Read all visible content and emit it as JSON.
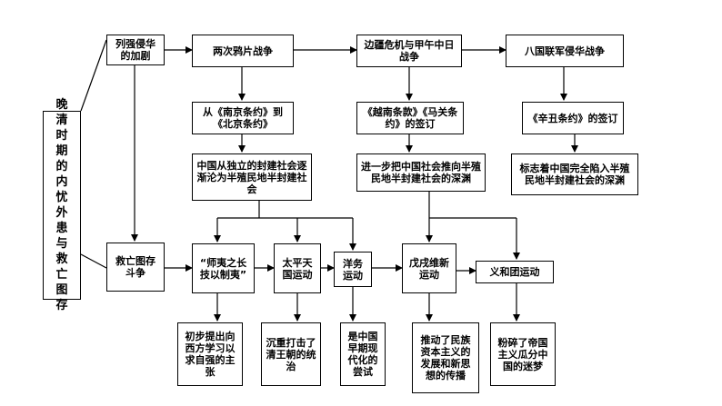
{
  "diagram": {
    "title_box": "晚清时期的内忧外患与救亡图存",
    "left_col": {
      "invasion": "列强侵华的加剧",
      "struggle": "救亡图存斗争"
    },
    "wars": [
      "两次鸦片战争",
      "边疆危机与甲午中日战争",
      "八国联军侵华战争"
    ],
    "treaties": [
      "从《南京条约》到《北京条约》",
      "《越南条款》《马关条约》的签订",
      "《辛丑条约》的签订"
    ],
    "impacts": [
      "中国从独立的封建社会逐渐沦为半殖民地半封建社会",
      "进一步把中国社会推向半殖民地半封建社会的深渊",
      "标志着中国完全陷入半殖民地半封建社会的深渊"
    ],
    "movements": [
      "“师夷之长技以制夷”",
      "太平天国运动",
      "洋务运动",
      "戊戌维新运动",
      "义和团运动"
    ],
    "significance": [
      "初步提出向西方学习以求自强的主张",
      "沉重打击了清王朝的统治",
      "是中国早期现代化的尝试",
      "推动了民族资本主义的发展和新思想的传播",
      "粉碎了帝国主义瓜分中国的迷梦"
    ]
  }
}
